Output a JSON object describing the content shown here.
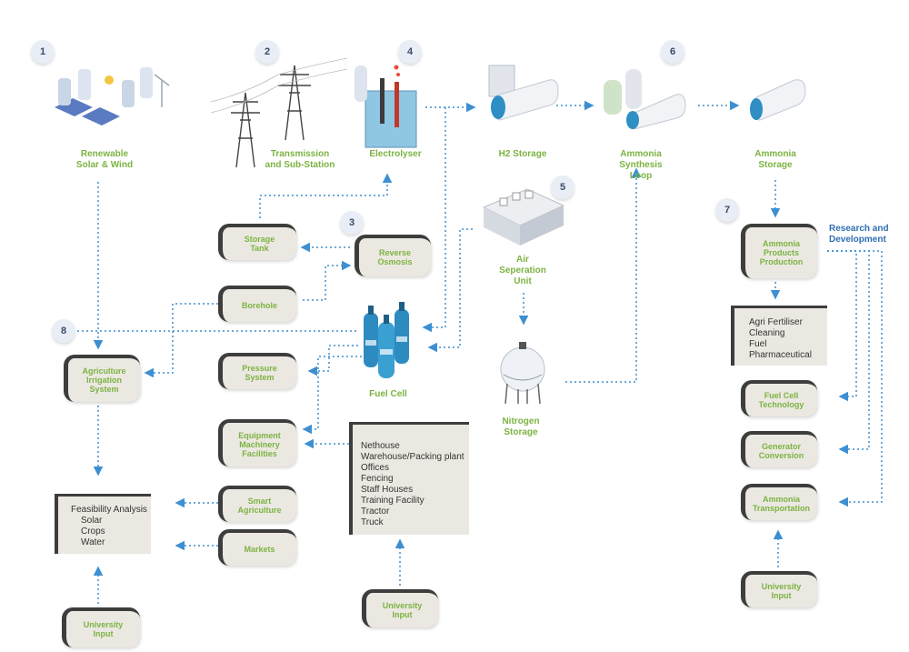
{
  "badges": [
    "1",
    "2",
    "4",
    "6",
    "5",
    "3",
    "7",
    "8"
  ],
  "nodes": {
    "renewable": "Renewable\nSolar & Wind",
    "transmission": "Transmission\nand Sub-Station",
    "electrolyser": "Electrolyser",
    "h2_storage": "H2 Storage",
    "ammonia_loop": "Ammonia\nSynthesis\nLoop",
    "ammonia_storage": "Ammonia\nStorage",
    "air_separation": "Air\nSeperation\nUnit",
    "nitrogen_storage": "Nitrogen\nStorage",
    "fuel_cell": "Fuel Cell"
  },
  "boxes": {
    "storage_tank": "Storage\nTank",
    "reverse_osmosis": "Reverse\nOsmosis",
    "borehole": "Borehole",
    "agri_irrigation": "Agriculture\nIrrigation\nSystem",
    "pressure_system": "Pressure\nSystem",
    "equipment": "Equipment\nMachinery\nFacilities",
    "smart_agriculture": "Smart\nAgriculture",
    "markets": "Markets",
    "university_left": "University\nInput",
    "university_mid": "University\nInput",
    "ammonia_products": "Ammonia\nProducts\nProduction",
    "fuel_cell_tech": "Fuel Cell\nTechnology",
    "generator": "Generator\nConversion",
    "ammonia_transport": "Ammonia\nTransportation",
    "university_right": "University\nInput"
  },
  "rd_label": "Research and\nDevelopment",
  "feasibility": {
    "title": "Feasibility Analysis",
    "items": [
      "Solar",
      "Crops",
      "Water"
    ]
  },
  "facilities": [
    "Nethouse",
    "Warehouse/Packing plant",
    "Offices",
    "Fencing",
    "Staff Houses",
    "Training Facility",
    "Tractor",
    "Truck"
  ],
  "products": [
    "Agri Fertiliser",
    "Cleaning",
    "Fuel",
    "Pharmaceutical"
  ],
  "colors": {
    "label_green": "#7cb342",
    "arrow_blue": "#3d8fd1",
    "box_bg": "#ebe8e1",
    "box_edge": "#3d3d3d",
    "rd_blue": "#2f6fb3"
  }
}
